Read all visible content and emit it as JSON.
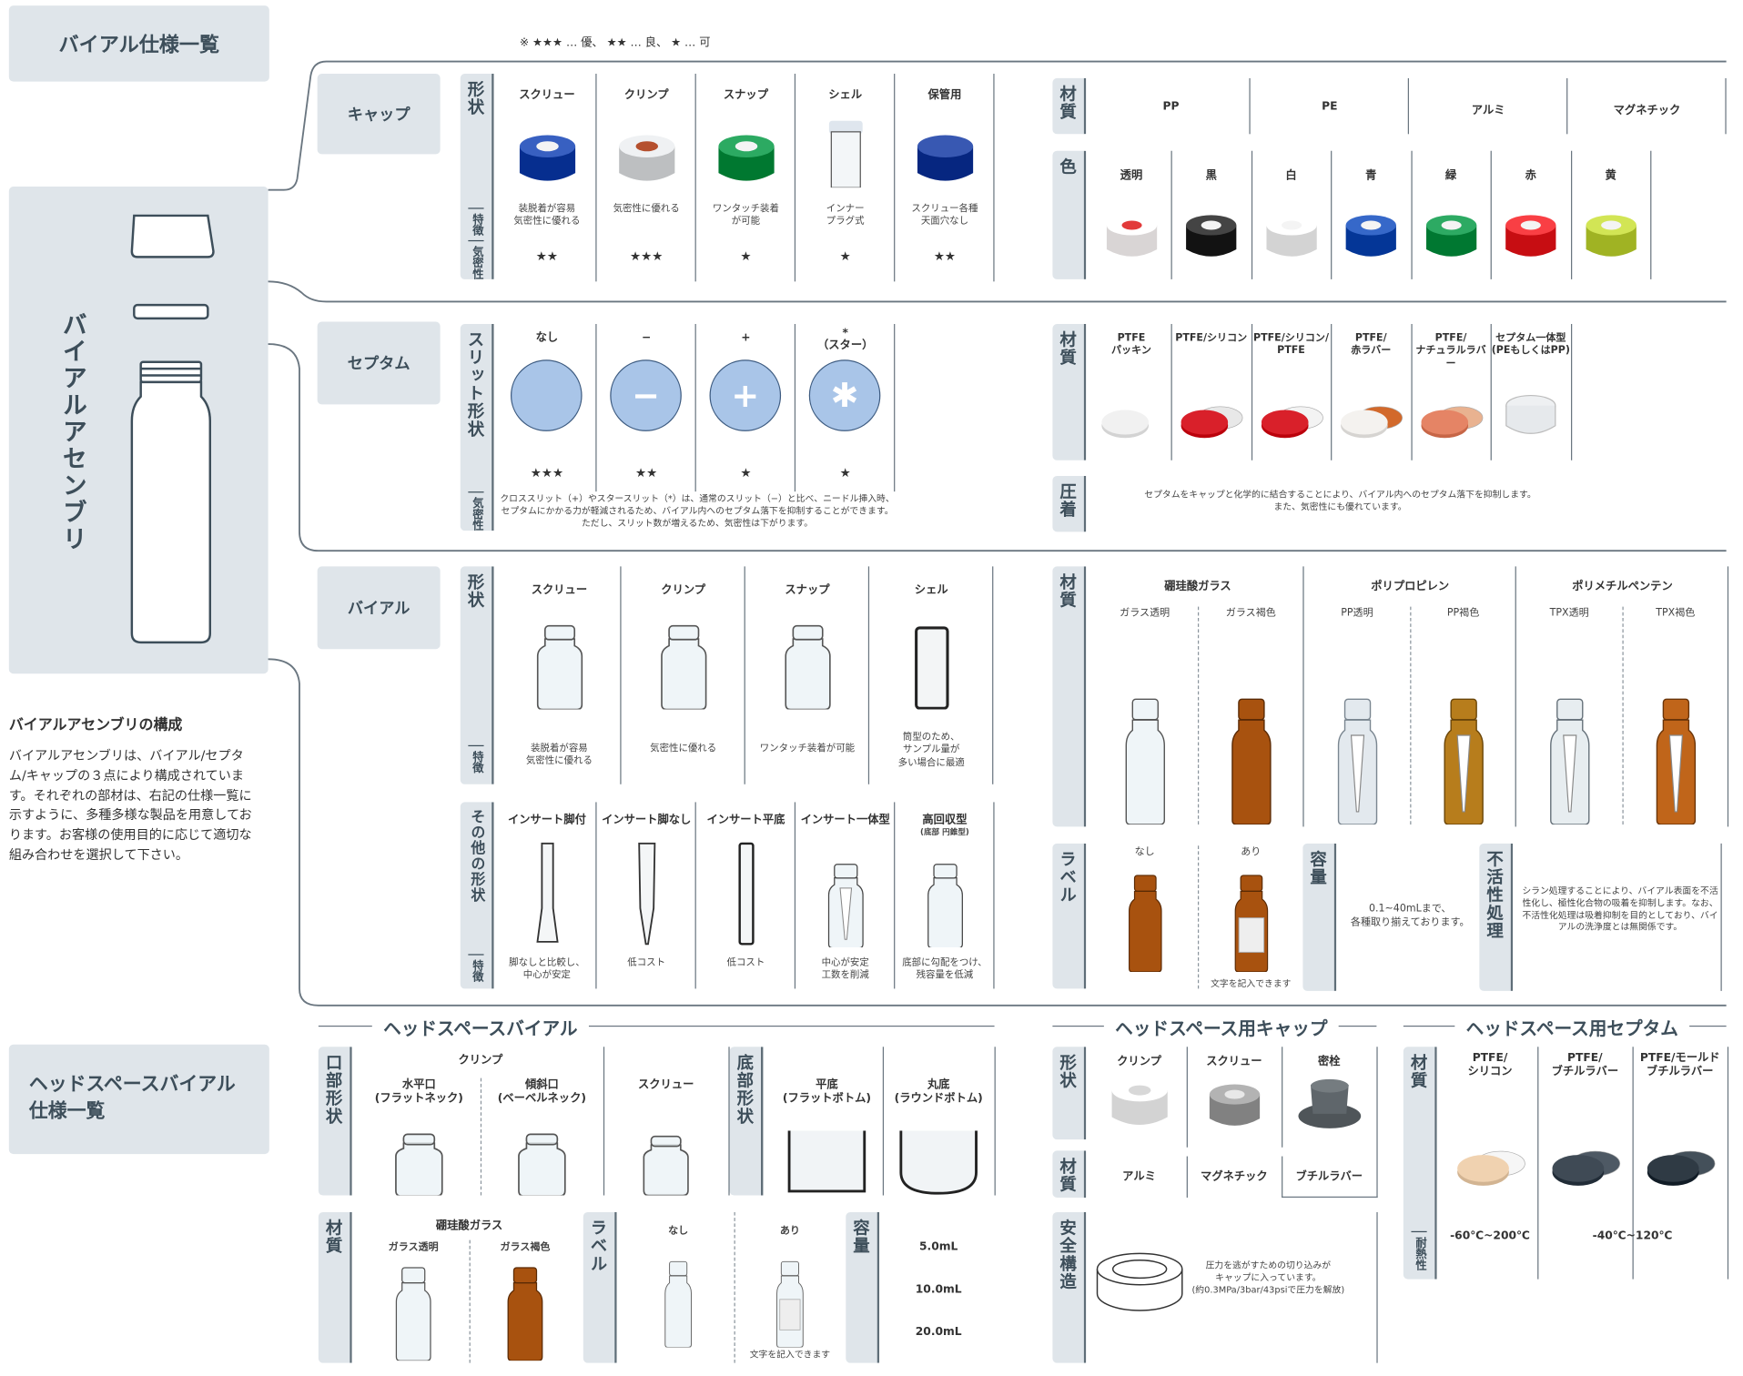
{
  "title": "バイアル仕様一覧",
  "legend": "※ ★★★ … 優、 ★★ … 良、 ★ … 可",
  "assembly": {
    "label": "バイアルアセンブリ",
    "heading": "バイアルアセンブリの構成",
    "description": "バイアルアセンブリは、バイアル/セプタム/キャップの３点により構成されています。それぞれの部材は、右記の仕様一覧に示すように、多種多様な製品を用意しております。お客様の使用目的に応じて適切な組み合わせを選択して下さい。"
  },
  "cap": {
    "label": "キャップ",
    "side": {
      "shape": "形状",
      "feature": "特徴",
      "seal": "気密性"
    },
    "types": [
      {
        "name": "スクリュー",
        "feature": "装脱着が容易\n気密性に優れる",
        "rating": "★★"
      },
      {
        "name": "クリンプ",
        "feature": "気密性に優れる",
        "rating": "★★★"
      },
      {
        "name": "スナップ",
        "feature": "ワンタッチ装着\nが可能",
        "rating": "★"
      },
      {
        "name": "シェル",
        "feature": "インナー\nプラグ式",
        "rating": "★"
      },
      {
        "name": "保管用",
        "feature": "スクリュー各種\n天面穴なし",
        "rating": "★★"
      }
    ],
    "material_label": "材質",
    "materials": [
      "PP",
      "PE",
      "アルミ",
      "マグネチック"
    ],
    "color_label": "色",
    "colors": [
      {
        "name": "透明",
        "hex": "#f2eeee"
      },
      {
        "name": "黒",
        "hex": "#2b2b2b"
      },
      {
        "name": "白",
        "hex": "#ececec"
      },
      {
        "name": "青",
        "hex": "#1d4fb0"
      },
      {
        "name": "緑",
        "hex": "#14914a"
      },
      {
        "name": "赤",
        "hex": "#e0262b"
      },
      {
        "name": "黄",
        "hex": "#b9cc3c"
      }
    ]
  },
  "septum": {
    "label": "セプタム",
    "side": {
      "shape": "スリット形状",
      "seal": "気密性"
    },
    "slits": [
      {
        "name": "なし",
        "symbol": "",
        "rating": "★★★"
      },
      {
        "name": "−",
        "symbol": "−",
        "rating": "★★"
      },
      {
        "name": "+",
        "symbol": "+",
        "rating": "★"
      },
      {
        "name": "*\n（スター）",
        "symbol": "✱",
        "rating": "★"
      }
    ],
    "note": "クロススリット（+）やスタースリット（*）は、通常のスリット（−）と比べ、ニードル挿入時、\nセプタムにかかる力が軽減されるため、バイアル内へのセプタム落下を抑制することができます。\nただし、スリット数が増えるため、気密性は下がります。",
    "material_label": "材質",
    "materials": [
      "PTFE\nパッキン",
      "PTFE/シリコン",
      "PTFE/シリコン/\nPTFE",
      "PTFE/\n赤ラバー",
      "PTFE/\nナチュラルラバー",
      "セプタム一体型\n(PEもしくはPP)"
    ],
    "crimp_label": "圧着",
    "crimp_text": "セプタムをキャップと化学的に結合することにより、バイアル内へのセプタム落下を抑制します。\nまた、気密性にも優れています。"
  },
  "vial": {
    "label": "バイアル",
    "side": {
      "shape": "形状",
      "feature": "特徴"
    },
    "types": [
      {
        "name": "スクリュー",
        "feature": "装脱着が容易\n気密性に優れる"
      },
      {
        "name": "クリンプ",
        "feature": "気密性に優れる"
      },
      {
        "name": "スナップ",
        "feature": "ワンタッチ装着が可能"
      },
      {
        "name": "シェル",
        "feature": "筒型のため、\nサンプル量が\n多い場合に最適"
      }
    ],
    "other_side": {
      "shape": "その他の形状",
      "feature": "特徴"
    },
    "others": [
      {
        "name": "インサート脚付",
        "sub": "",
        "feature": "脚なしと比較し、\n中心が安定"
      },
      {
        "name": "インサート脚なし",
        "sub": "",
        "feature": "低コスト"
      },
      {
        "name": "インサート平底",
        "sub": "",
        "feature": "低コスト"
      },
      {
        "name": "インサート一体型",
        "sub": "",
        "feature": "中心が安定\n工数を削減"
      },
      {
        "name": "高回収型",
        "sub": "(底部 円錐型)",
        "feature": "底部に勾配をつけ、\n残容量を低減"
      }
    ],
    "material_label": "材質",
    "materials": [
      {
        "group": "硼珪酸ガラス",
        "items": [
          "ガラス透明",
          "ガラス褐色"
        ]
      },
      {
        "group": "ポリプロピレン",
        "items": [
          "PP透明",
          "PP褐色"
        ]
      },
      {
        "group": "ポリメチルペンテン",
        "items": [
          "TPX透明",
          "TPX褐色"
        ]
      }
    ],
    "label_label": "ラベル",
    "labels": [
      "なし",
      "あり"
    ],
    "label_note": "文字を記入できます",
    "volume_label": "容量",
    "volume_text": "0.1~40mLまで、\n各種取り揃えております。",
    "deact_label": "不活性処理",
    "deact_text": "シラン処理することにより、バイアル表面を不活性化し、極性化合物の吸着を抑制します。なお、不活性化処理は吸着抑制を目的としており、バイアルの洗浄度とは無関係です。"
  },
  "headspace": {
    "title": "ヘッドスペースバイアル\n仕様一覧",
    "vial_heading": "ヘッドスペースバイアル",
    "mouth_label": "口部形状",
    "crimp": "クリンプ",
    "mouths": [
      "水平口\n(フラットネック)",
      "傾斜口\n(ベーベルネック)",
      "スクリュー"
    ],
    "bottom_label": "底部形状",
    "bottoms": [
      "平底\n(フラットボトム)",
      "丸底\n(ラウンドボトム)"
    ],
    "material_label": "材質",
    "glass": "硼珪酸ガラス",
    "glass_items": [
      "ガラス透明",
      "ガラス褐色"
    ],
    "label_label": "ラベル",
    "labels": [
      "なし",
      "あり"
    ],
    "label_note": "文字を記入できます",
    "volume_label": "容量",
    "volumes": [
      "5.0mL",
      "10.0mL",
      "20.0mL"
    ],
    "cap_heading": "ヘッドスペース用キャップ",
    "cap_shape_label": "形状",
    "cap_shapes": [
      "クリンプ",
      "スクリュー",
      "密栓"
    ],
    "cap_material_label": "材質",
    "cap_materials": [
      "アルミ",
      "マグネチック",
      "ブチルラバー"
    ],
    "safety_label": "安全構造",
    "safety_text": "圧力を逃がすための切り込みが\nキャップに入っています。\n(約0.3MPa/3bar/43psiで圧力を解放)",
    "septum_heading": "ヘッドスペース用セプタム",
    "septum_material_label": "材質",
    "septa": [
      "PTFE/\nシリコン",
      "PTFE/\nブチルラバー",
      "PTFE/モールド\nブチルラバー"
    ],
    "heat_label": "耐熱性",
    "heat": [
      "-60℃~200℃",
      "-40℃~120℃"
    ]
  }
}
